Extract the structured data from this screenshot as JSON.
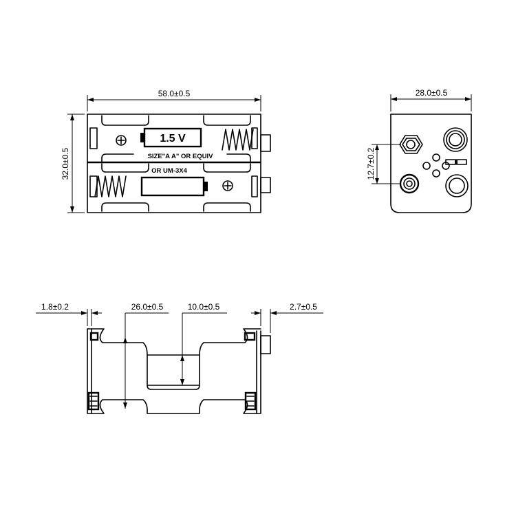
{
  "dimensions": {
    "length": "58.0±0.5",
    "height": "32.0±0.5",
    "width": "28.0±0.5",
    "contact_pitch": "12.7±0.2",
    "wall_thickness": "1.8±0.2",
    "cell_pitch": "26.0±0.5",
    "center_gap": "10.0±0.5",
    "terminal_depth": "2.7±0.5"
  },
  "labels": {
    "voltage": "1.5 V",
    "size_line_1": "SIZE\"A A\" OR EQUIV",
    "size_line_2": "OR UM-3X4",
    "plus_symbol": "+"
  }
}
